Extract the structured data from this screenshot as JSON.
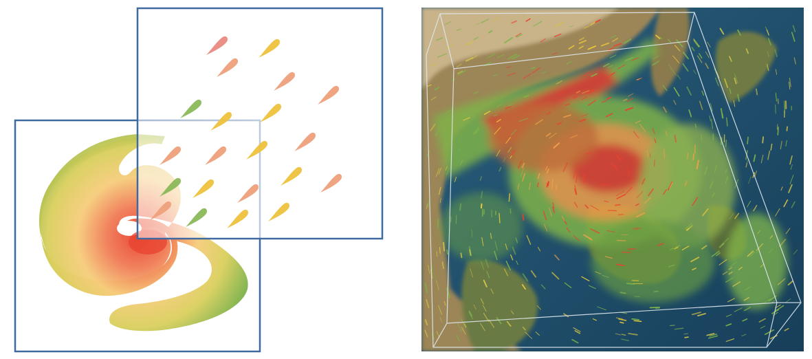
{
  "figure": {
    "panels": [
      {
        "id": "left",
        "kind": "schematic",
        "layers": [
          {
            "id": "spiral-layer",
            "content": "spiral-shape"
          },
          {
            "id": "arrow-layer",
            "content": "teardrop-arrows"
          }
        ]
      },
      {
        "id": "right",
        "kind": "map-visualization",
        "content": "3d-volume-box-with-flow-particles"
      }
    ],
    "colors": {
      "frame": "#3f6aa0",
      "red": "#e8432f",
      "orange": "#f0a04a",
      "yellow": "#f2cf3a",
      "green": "#7fb24a",
      "ocean": "#1f4f6e",
      "land": "#b59a6a",
      "box_line": "#dfe8ee"
    }
  }
}
